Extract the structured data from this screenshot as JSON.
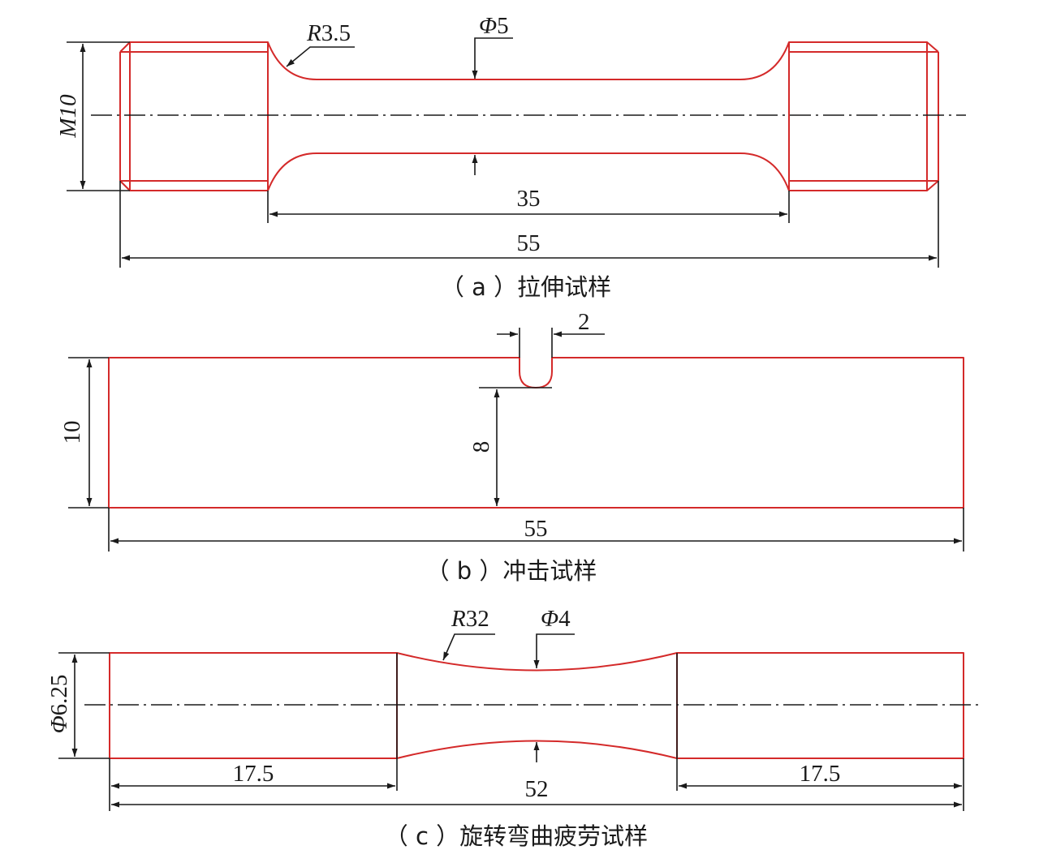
{
  "colors": {
    "outline": "#d42a2a",
    "dimension": "#1a1a1a",
    "background": "#ffffff"
  },
  "figure_a": {
    "caption": "（ a ）拉伸试样",
    "radius_label": "R3.5",
    "diameter_label": "Φ5",
    "thread_label": "M10",
    "gauge_length": "35",
    "total_length": "55"
  },
  "figure_b": {
    "caption": "（ b ）冲击试样",
    "notch_width": "2",
    "ligament_height": "8",
    "height": "10",
    "length": "55"
  },
  "figure_c": {
    "caption": "（ c ）旋转弯曲疲劳试样",
    "radius_label": "R32",
    "neck_diameter_label": "Φ4",
    "diameter_label": "Φ6.25",
    "left_grip_length": "17.5",
    "right_grip_length": "17.5",
    "total_length": "52"
  }
}
